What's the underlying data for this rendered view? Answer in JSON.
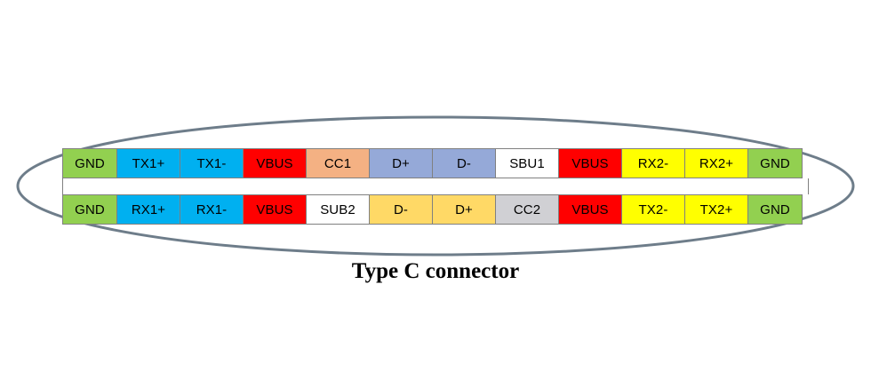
{
  "caption": "Type C connector",
  "colors": {
    "gnd": "#92d050",
    "tx1_rx1": "#00b0f0",
    "vbus": "#ff0000",
    "cc1": "#f4b183",
    "usb2_top": "#95a9d8",
    "usb2_bottom": "#ffd966",
    "sbu_white": "#ffffff",
    "rx2_tx2": "#ffff00",
    "cc2": "#d0d0d4",
    "outline": "#6e7d8a",
    "cell_border": "#808080",
    "text": "#000000"
  },
  "outline": {
    "shape": "ellipse",
    "stroke": "#6e7d8a",
    "stroke_width": 3
  },
  "pinout": {
    "top_row": [
      {
        "label": "GND",
        "color": "#92d050",
        "width": 62
      },
      {
        "label": "TX1+",
        "color": "#00b0f0",
        "width": 72
      },
      {
        "label": "TX1-",
        "color": "#00b0f0",
        "width": 72
      },
      {
        "label": "VBUS",
        "color": "#ff0000",
        "width": 72
      },
      {
        "label": "CC1",
        "color": "#f4b183",
        "width": 72
      },
      {
        "label": "D+",
        "color": "#95a9d8",
        "width": 72
      },
      {
        "label": "D-",
        "color": "#95a9d8",
        "width": 72
      },
      {
        "label": "SBU1",
        "color": "#ffffff",
        "width": 72
      },
      {
        "label": "VBUS",
        "color": "#ff0000",
        "width": 72
      },
      {
        "label": "RX2-",
        "color": "#ffff00",
        "width": 72
      },
      {
        "label": "RX2+",
        "color": "#ffff00",
        "width": 72
      },
      {
        "label": "GND",
        "color": "#92d050",
        "width": 62
      }
    ],
    "bottom_row": [
      {
        "label": "GND",
        "color": "#92d050",
        "width": 62
      },
      {
        "label": "RX1+",
        "color": "#00b0f0",
        "width": 72
      },
      {
        "label": "RX1-",
        "color": "#00b0f0",
        "width": 72
      },
      {
        "label": "VBUS",
        "color": "#ff0000",
        "width": 72
      },
      {
        "label": "SUB2",
        "color": "#ffffff",
        "width": 72
      },
      {
        "label": "D-",
        "color": "#ffd966",
        "width": 72
      },
      {
        "label": "D+",
        "color": "#ffd966",
        "width": 72
      },
      {
        "label": "CC2",
        "color": "#d0d0d4",
        "width": 72
      },
      {
        "label": "VBUS",
        "color": "#ff0000",
        "width": 72
      },
      {
        "label": "TX2-",
        "color": "#ffff00",
        "width": 72
      },
      {
        "label": "TX2+",
        "color": "#ffff00",
        "width": 72
      },
      {
        "label": "GND",
        "color": "#92d050",
        "width": 62
      }
    ]
  }
}
